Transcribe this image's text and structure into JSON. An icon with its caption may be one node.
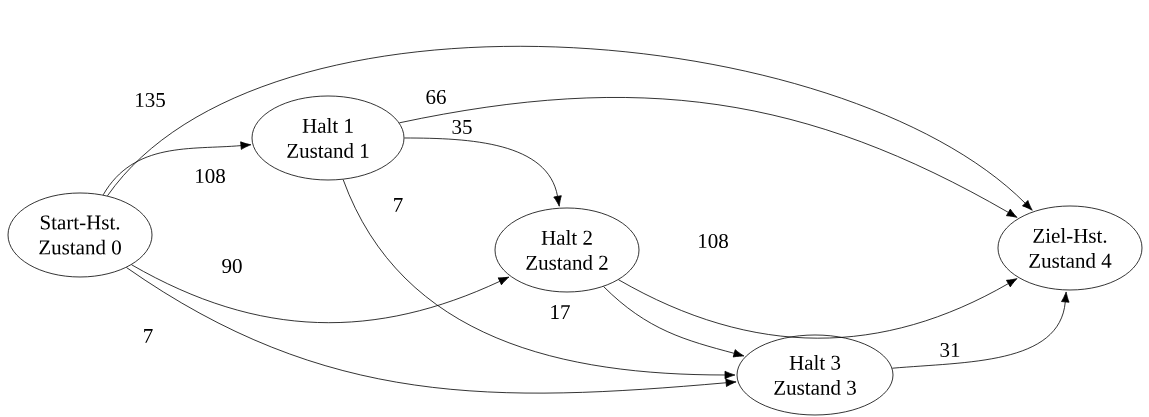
{
  "diagram": {
    "nodes": [
      {
        "text": [
          "Start-Hst.",
          "Zustand 0"
        ]
      },
      {
        "text": [
          "Halt 1",
          "Zustand 1"
        ]
      },
      {
        "text": [
          "Halt 2",
          "Zustand 2"
        ]
      },
      {
        "text": [
          "Halt 3",
          "Zustand 3"
        ]
      },
      {
        "text": [
          "Ziel-Hst.",
          "Zustand 4"
        ]
      }
    ],
    "edges": [
      {
        "from": 0,
        "to": 4,
        "arrow": "to",
        "label": "135"
      },
      {
        "from": 0,
        "to": 1,
        "arrow": "to",
        "label": "108"
      },
      {
        "from": 0,
        "to": 2,
        "arrow": "to",
        "label": "90"
      },
      {
        "from": 0,
        "to": 3,
        "arrow": "to",
        "label": "7"
      },
      {
        "from": 1,
        "to": 4,
        "arrow": "to",
        "label": "66"
      },
      {
        "from": 1,
        "to": 2,
        "arrow": "to",
        "label": "35"
      },
      {
        "from": 1,
        "to": 3,
        "arrow": "to",
        "label": "7"
      },
      {
        "from": 2,
        "to": 4,
        "arrow": "to",
        "label": "108"
      },
      {
        "from": 2,
        "to": 3,
        "arrow": "to",
        "label": "17"
      },
      {
        "from": 3,
        "to": 4,
        "arrow": "to",
        "label": "31"
      }
    ]
  }
}
